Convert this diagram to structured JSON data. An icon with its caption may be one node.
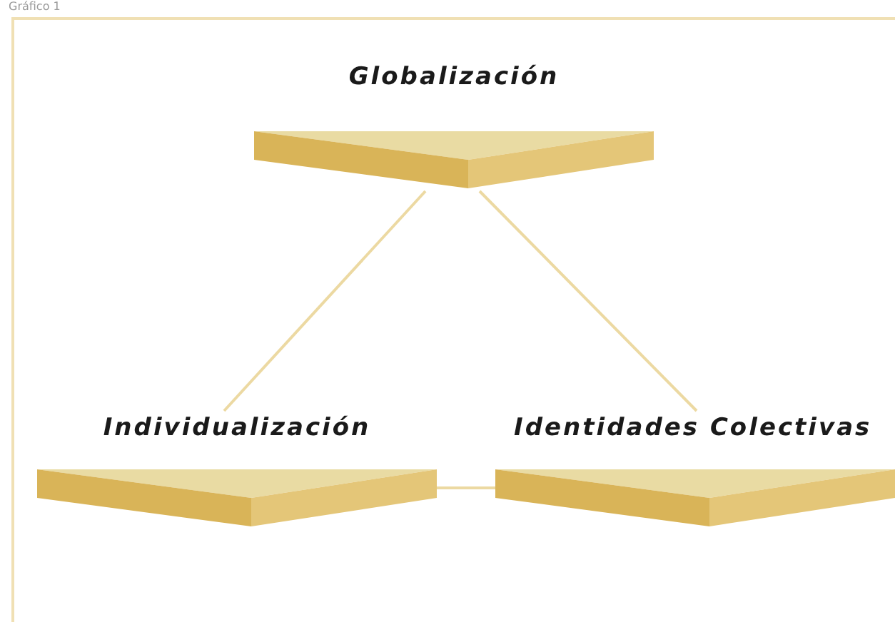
{
  "diagram": {
    "nodes": [
      {
        "text": [
          "Globalización"
        ]
      },
      {
        "text": [
          "Individualización"
        ]
      },
      {
        "text": [
          "Identidades Colectivas"
        ]
      }
    ],
    "edges": [
      {
        "from": 0,
        "to": 1,
        "arrow": "none"
      },
      {
        "from": 0,
        "to": 2,
        "arrow": "none"
      },
      {
        "from": 1,
        "to": 2,
        "arrow": "none"
      }
    ],
    "labels": [
      "Gráfico 1"
    ]
  }
}
